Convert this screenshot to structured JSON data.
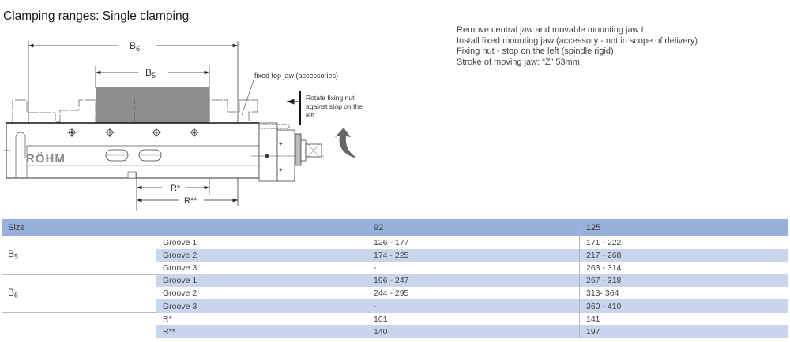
{
  "title": "Clamping ranges: Single clamping",
  "notes": [
    "Remove central jaw and movable mounting jaw I.",
    "Install fixed mounting jaw (accessory - not in scope of delivery).",
    "Fixing nut - stop on the left (spindle rigid)",
    "Stroke of moving jaw: “Z” 53mm"
  ],
  "diagram": {
    "label_b6": "B",
    "label_b6_sub": "6",
    "label_b5": "B",
    "label_b5_sub": "5",
    "label_fixed_jaw": "fixed top jaw (accessories)",
    "label_rotate": [
      "Rotate fixing nut",
      "against stop on the",
      "left"
    ],
    "label_r1": "R*",
    "label_r2": "R**",
    "logo": "RÖHM"
  },
  "table": {
    "header": {
      "size_label": "Size",
      "col_92": "92",
      "col_125": "125"
    },
    "groups": [
      {
        "dim": "B",
        "sub": "5",
        "rows": [
          {
            "label": "Groove 1",
            "v92": "126 - 177",
            "v125": "171 - 222"
          },
          {
            "label": "Groove 2",
            "v92": "174 - 225",
            "v125": "217 - 268"
          },
          {
            "label": "Groove 3",
            "v92": "-",
            "v125": "263 - 314"
          }
        ]
      },
      {
        "dim": "B",
        "sub": "6",
        "rows": [
          {
            "label": "Groove 1",
            "v92": "196 - 247",
            "v125": "267 - 318"
          },
          {
            "label": "Groove 2",
            "v92": "244 - 295",
            "v125": "313- 364"
          },
          {
            "label": "Groove 3",
            "v92": "-",
            "v125": "360 - 410"
          }
        ]
      },
      {
        "dim": "",
        "sub": "",
        "rows": [
          {
            "label": "R*",
            "v92": "101",
            "v125": "141"
          },
          {
            "label": "R**",
            "v92": "140",
            "v125": "197"
          }
        ]
      }
    ]
  },
  "colors": {
    "header_bg": "#97b1dc",
    "stripe_bg": "#c8d5ec",
    "jaw_fill": "#8e8e8e"
  }
}
